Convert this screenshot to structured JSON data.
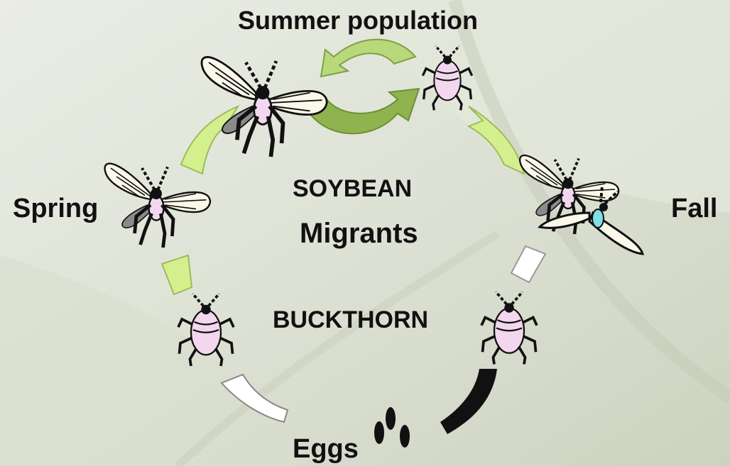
{
  "diagram": {
    "stages": {
      "summer": "Summer population",
      "spring": "Spring",
      "fall": "Fall",
      "eggs": "Eggs"
    },
    "hosts": {
      "soybean": "SOYBEAN",
      "buckthorn": "BUCKTHORN"
    },
    "center_label": "Migrants"
  },
  "colors": {
    "arrow_green": "#d4f08e",
    "arrow_green_dark": "#8fb34f",
    "aphid_body": "#f2d7ee",
    "aphid_male_body": "#7fe0e8",
    "egg": "#111111"
  }
}
